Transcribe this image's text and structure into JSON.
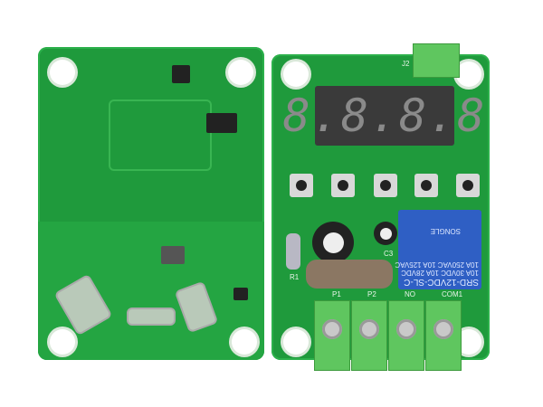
{
  "display": {
    "digits": "8.8.8.8"
  },
  "relay": {
    "model": "SRD-12VDC-SL-C",
    "rating_ac": "10A 250VAC 10A 125VAC",
    "rating_dc": "10A 30VDC 10A 28VDC",
    "brand": "SONGLE"
  },
  "labels": {
    "p1": "P1",
    "p2": "P2",
    "no": "NO",
    "com1": "COM1",
    "r1": "R1",
    "c3": "C3",
    "j2": "J2"
  },
  "colors": {
    "pcb": "#1f9a3c",
    "relay": "#2f5fc4",
    "terminal": "#5fc65f"
  }
}
